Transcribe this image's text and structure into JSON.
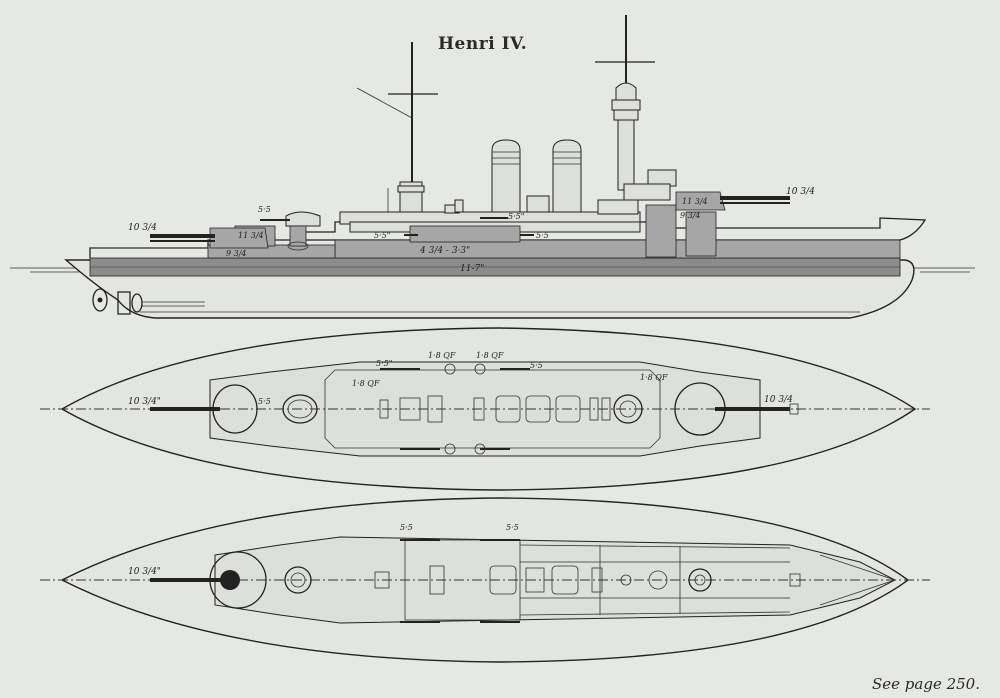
{
  "title": "Henri IV.",
  "footer": "See page 250.",
  "profile_labels": {
    "fore_gun": "10 3/4",
    "fore_sec": "5·5",
    "turret_armor_fore": "11 3/4",
    "barbette_fore": "9 3/4",
    "casemate_fore": "5·5\"",
    "casemate_mid": "5·5\"",
    "casemate_aft": "5·5",
    "citadel": "4 3/4 - 3·3\"",
    "belt": "11-7\"",
    "aft_turret_armor": "11 3/4",
    "aft_barbette": "9 3/4",
    "aft_gun": "10 3/4"
  },
  "upper_plan_labels": {
    "fwd_gun": "10 3/4\"",
    "sec_a": "5·5\"",
    "qf_a": "1·8 QF",
    "qf_b": "1·8 QF",
    "sec_b": "5·5",
    "qf_c": "1·8 QF",
    "qf_d": "1·8 QF",
    "mid": "5·5",
    "aft_gun": "10 3/4"
  },
  "lower_plan_labels": {
    "fwd_gun": "10 3/4\"",
    "sec_a": "5·5",
    "sec_b": "5·5"
  }
}
